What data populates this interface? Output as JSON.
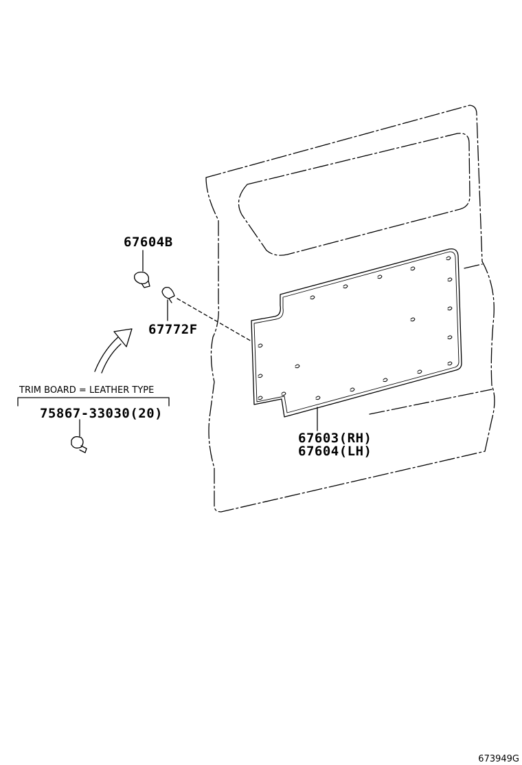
{
  "labels": {
    "part_67604b": "67604B",
    "part_67772f": "67772F",
    "trim_note": "TRIM BOARD = LEATHER TYPE",
    "part_75867": "75867-33030(20)",
    "part_67603": "67603(RH)",
    "part_67604": "67604(LH)"
  },
  "reference_code": "673949G",
  "colors": {
    "line": "#000000",
    "background": "#ffffff"
  },
  "icons": {
    "door": "door-panel-outline",
    "board": "trim-board",
    "clips": "board-clip",
    "fastener_b": "clip-67604b-icon",
    "fastener_f": "clip-67772f-icon",
    "fastener_75867": "clip-75867-icon",
    "arrow": "direction-arrow-icon"
  }
}
